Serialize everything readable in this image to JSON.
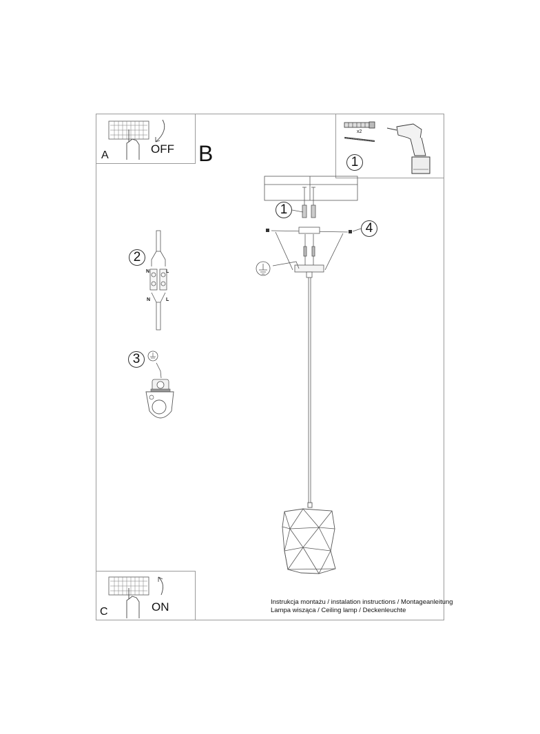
{
  "document": {
    "type": "installation instructions sheet",
    "panels": {
      "A": {
        "letter": "A",
        "action": "OFF"
      },
      "B": {
        "letter": "B"
      },
      "C": {
        "letter": "C",
        "action": "ON"
      }
    },
    "tools": {
      "step": "1",
      "quantity": "x2",
      "items": [
        "wall-plug",
        "screw",
        "cordless-drill"
      ]
    },
    "steps": {
      "step1": "1",
      "step2": "2",
      "step3": "3",
      "step4": "4"
    },
    "wiring": {
      "top_left": "N",
      "top_right": "L",
      "bottom_left": "N",
      "bottom_right": "L"
    },
    "footer": {
      "line1": "Instrukcja montażu / instalation instructions / Montageanleitung",
      "line2": "Lampa wisząca / Ceiling lamp / Deckenleuchte"
    }
  }
}
